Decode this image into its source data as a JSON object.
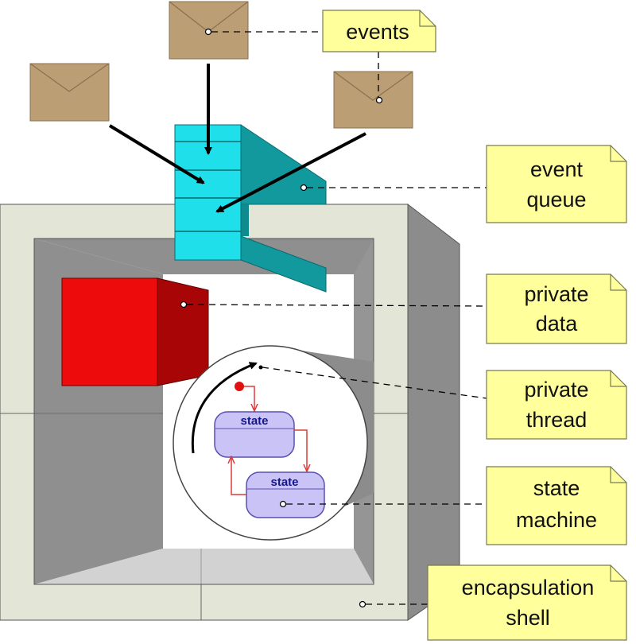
{
  "notes": {
    "events": "events",
    "event_queue": [
      "event",
      "queue"
    ],
    "private_data": [
      "private",
      "data"
    ],
    "private_thread": [
      "private",
      "thread"
    ],
    "state_machine": [
      "state",
      "machine"
    ],
    "encapsulation_shell": [
      "encapsulation",
      "shell"
    ]
  },
  "states": {
    "top": "state",
    "bottom": "state"
  },
  "colors": {
    "note_fill": "#ffff9c",
    "note_border": "#7a7a50",
    "shell_face": "#e3e6d6",
    "shell_side": "#8c8c8c",
    "queue_front": "#1fe0ea",
    "queue_side": "#12999e",
    "data_front": "#ee0b0b",
    "data_side": "#a80606",
    "state_fill": "#c9c4f5",
    "state_border": "#e03a3a",
    "envelope": "#bc9e74"
  },
  "icons": {
    "envelopes": "envelope-icon",
    "arrows": "arrow-icon"
  }
}
